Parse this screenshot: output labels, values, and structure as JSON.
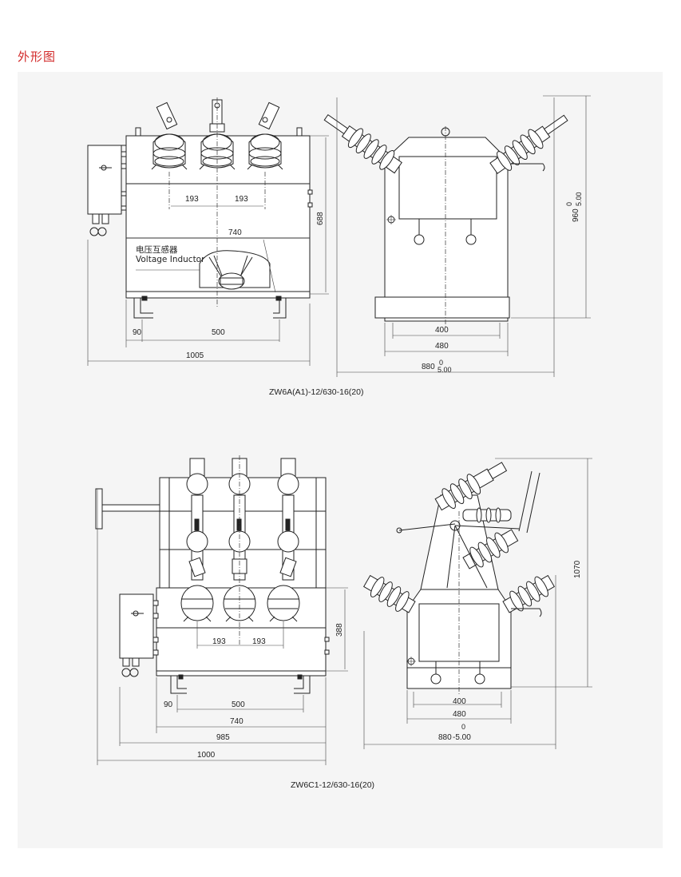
{
  "page": {
    "heading": "外形图"
  },
  "drawing_a": {
    "caption": "ZW6A(A1)-12/630-16(20)",
    "label_cn": "电压互感器",
    "label_en": "Voltage Inductor",
    "dims": {
      "pitch_1": "193",
      "pitch_2": "193",
      "width_740": "740",
      "height_688": "688",
      "offset_90": "90",
      "span_500": "500",
      "overall_1005": "1005",
      "side_400": "400",
      "side_480": "480",
      "side_880": "880",
      "side_880_tol_up": "0",
      "side_880_tol_low": "5.00",
      "side_960": "960",
      "side_960_tol_up": "0",
      "side_960_tol_low": "5.00"
    }
  },
  "drawing_b": {
    "caption": "ZW6C1-12/630-16(20)",
    "dims": {
      "pitch_1": "193",
      "pitch_2": "193",
      "height_388": "388",
      "offset_90": "90",
      "span_500": "500",
      "width_740": "740",
      "overall_985": "985",
      "overall_1000": "1000",
      "side_400": "400",
      "side_480": "480",
      "side_880": "880",
      "side_880_tol_up": "0",
      "side_880_tol_low": "-5.00",
      "side_1070": "1070"
    }
  }
}
